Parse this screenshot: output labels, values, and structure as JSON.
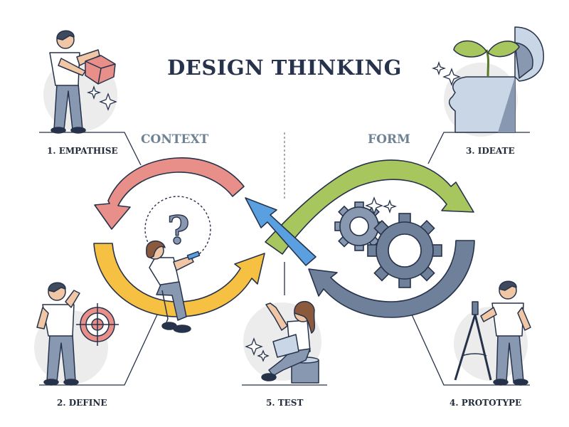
{
  "title": "DESIGN THINKING",
  "sections": {
    "left": "CONTEXT",
    "right": "FORM"
  },
  "steps": [
    {
      "label": "1. EMPATHISE",
      "icon": "empathise-person-cube-icon"
    },
    {
      "label": "2. DEFINE",
      "icon": "define-person-target-icon"
    },
    {
      "label": "3. IDEATE",
      "icon": "ideate-head-plant-icon"
    },
    {
      "label": "4. PROTOTYPE",
      "icon": "prototype-person-compass-icon"
    },
    {
      "label": "5. TEST",
      "icon": "test-person-laptop-icon"
    }
  ],
  "colors": {
    "title": "#27324d",
    "section": "#6f8294",
    "arrow_red": "#e88f8a",
    "arrow_orange": "#f6c042",
    "arrow_green": "#a7c65e",
    "arrow_slate": "#6f819a",
    "arrow_blue": "#5aa0e0",
    "circle_bg": "#ececec",
    "outline": "#26324a",
    "skin": "#f0c6a5",
    "hair_brown": "#8b5a3c",
    "hair_dark": "#3f4a5e",
    "shirt": "#ffffff",
    "pants": "#8898b0"
  }
}
